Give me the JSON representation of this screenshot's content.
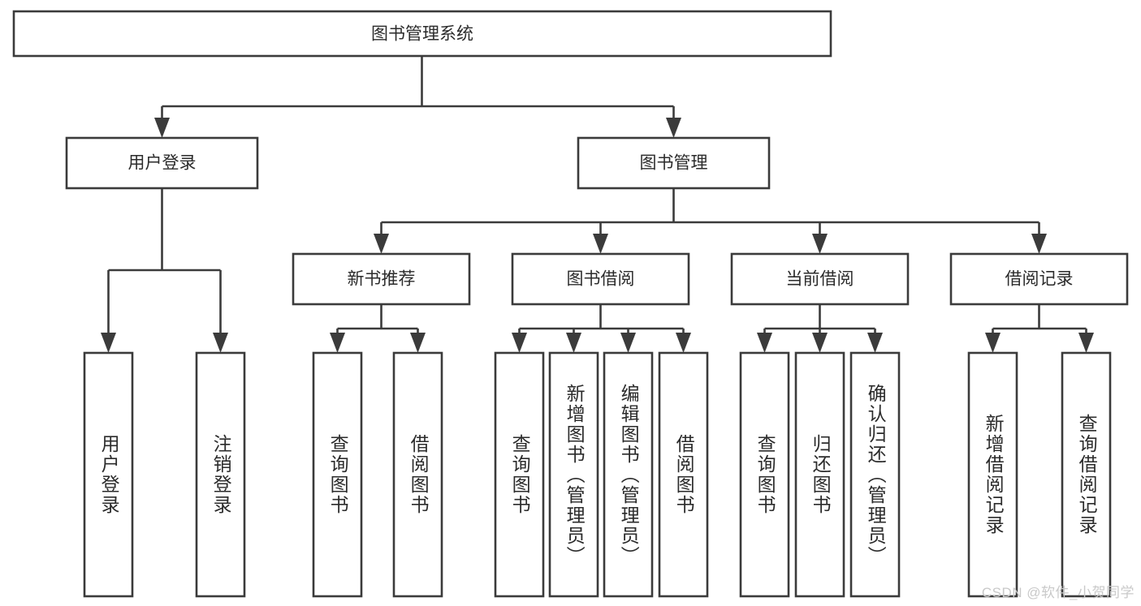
{
  "diagram": {
    "type": "tree-hierarchy",
    "title_node": {
      "id": "root",
      "label": "图书管理系统"
    },
    "level2": [
      {
        "id": "login",
        "label": "用户登录"
      },
      {
        "id": "book_mgmt",
        "label": "图书管理"
      }
    ],
    "level3": [
      {
        "id": "new_book_rec",
        "label": "新书推荐",
        "parent": "book_mgmt"
      },
      {
        "id": "book_borrow",
        "label": "图书借阅",
        "parent": "book_mgmt"
      },
      {
        "id": "current_borrow",
        "label": "当前借阅",
        "parent": "book_mgmt"
      },
      {
        "id": "borrow_record",
        "label": "借阅记录",
        "parent": "book_mgmt"
      }
    ],
    "leaves": [
      {
        "id": "leaf_user_login",
        "label": "用户登录",
        "parent": "login"
      },
      {
        "id": "leaf_user_logout",
        "label": "注销登录",
        "parent": "login"
      },
      {
        "id": "leaf_query_book_1",
        "label": "查询图书",
        "parent": "new_book_rec"
      },
      {
        "id": "leaf_borrow_book_1",
        "label": "借阅图书",
        "parent": "new_book_rec"
      },
      {
        "id": "leaf_query_book_2",
        "label": "查询图书",
        "parent": "book_borrow"
      },
      {
        "id": "leaf_add_book",
        "label": "新增图书（管理员）",
        "parent": "book_borrow"
      },
      {
        "id": "leaf_edit_book",
        "label": "编辑图书（管理员）",
        "parent": "book_borrow"
      },
      {
        "id": "leaf_borrow_book_2",
        "label": "借阅图书",
        "parent": "book_borrow"
      },
      {
        "id": "leaf_query_book_3",
        "label": "查询图书",
        "parent": "current_borrow"
      },
      {
        "id": "leaf_return_book",
        "label": "归还图书",
        "parent": "current_borrow"
      },
      {
        "id": "leaf_confirm_return",
        "label": "确认归还（管理员）",
        "parent": "current_borrow"
      },
      {
        "id": "leaf_add_record",
        "label": "新增借阅记录",
        "parent": "borrow_record"
      },
      {
        "id": "leaf_query_record",
        "label": "查询借阅记录",
        "parent": "borrow_record"
      }
    ],
    "colors": {
      "box_border": "#3b3b3b",
      "box_fill": "#ffffff",
      "text": "#2b2b2b",
      "connector": "#3b3b3b",
      "background": "#ffffff",
      "watermark": "#c9c9c9"
    }
  },
  "watermark": {
    "text": "CSDN @软件_小贺同学"
  }
}
